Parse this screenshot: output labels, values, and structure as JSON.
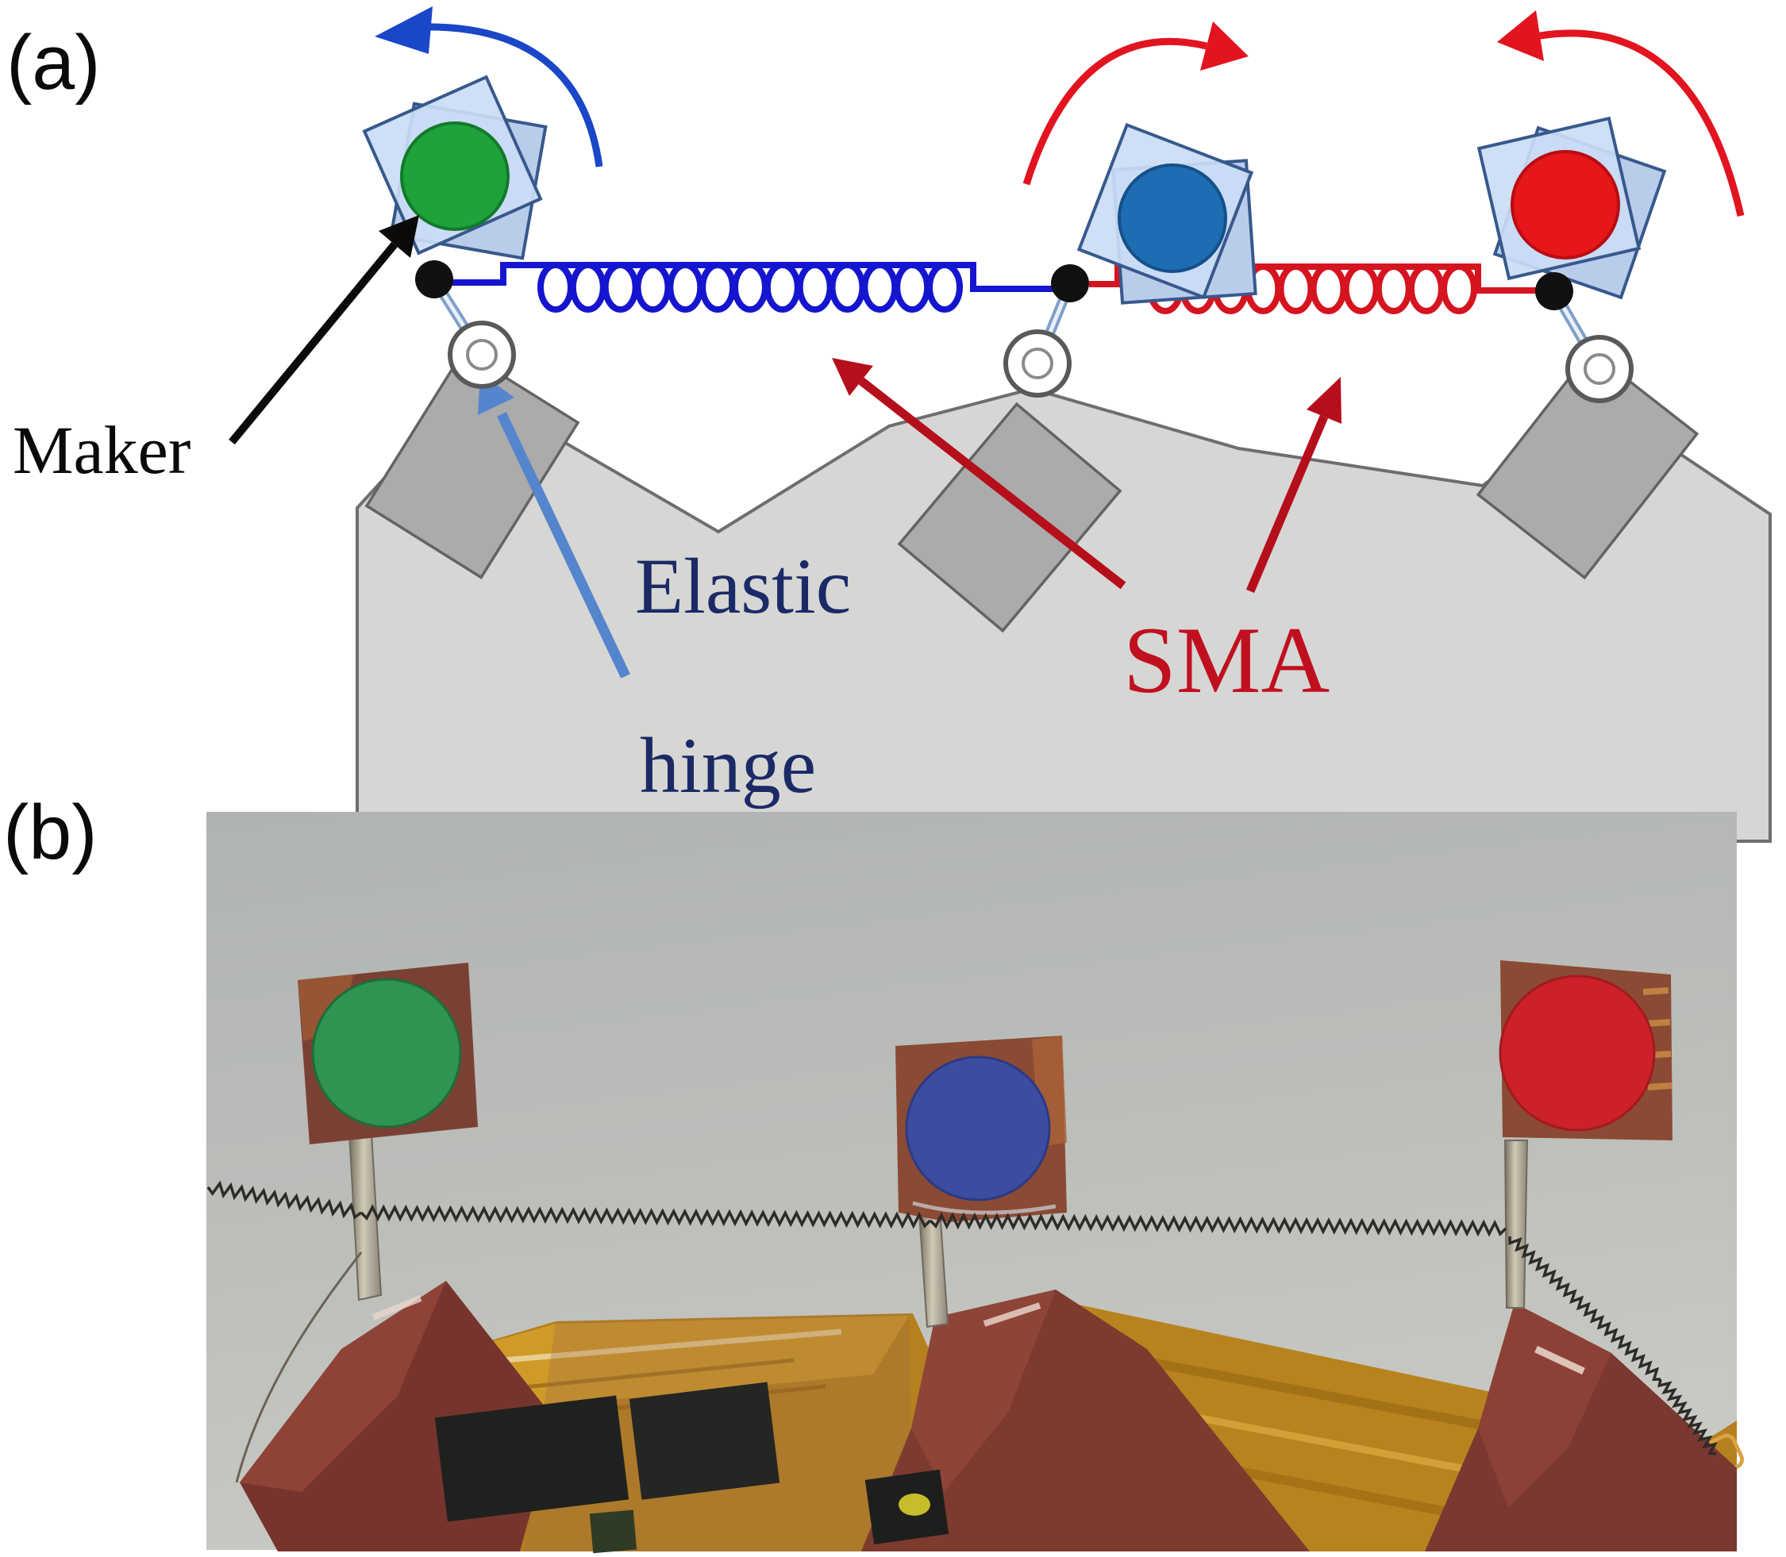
{
  "panel_a": {
    "label": "(a)",
    "maker_label": "Maker",
    "elastic_line1": "Elastic",
    "elastic_line2": "hinge",
    "sma_label": "SMA",
    "maker_label_color": "#0a0a0a",
    "elastic_label_color": "#1b2a66",
    "sma_label_color": "#c01020",
    "markers": [
      {
        "id": "green",
        "color": "#1ea23b",
        "edge": "#127a2a"
      },
      {
        "id": "blue",
        "color": "#1e6cb2",
        "edge": "#15508a"
      },
      {
        "id": "red",
        "color": "#e6161b",
        "edge": "#b80d12"
      }
    ],
    "marker_plate_fill": "#c6d8f3",
    "marker_plate_edge": "#37598c",
    "spring_blue": "#1515cf",
    "spring_red": "#d51420",
    "rotation_arrow_blue": "#1a46c8",
    "rotation_arrow_red": "#e11420",
    "sma_arrow_color": "#b50f1c",
    "hinge_arrow_color": "#5585cc",
    "base_fill": "#d6d6d4",
    "base_edge": "#6e6e6e",
    "block_fill": "#ababab"
  },
  "panel_b": {
    "label": "(b)",
    "markers": [
      {
        "id": "green",
        "color": "#2f9352"
      },
      {
        "id": "blue",
        "color": "#3c4da0"
      },
      {
        "id": "red",
        "color": "#cc2128"
      }
    ],
    "flag_fill": "#7b3a2e",
    "pcb_fill": "#b5801d",
    "wire_color": "#2e2b28"
  }
}
